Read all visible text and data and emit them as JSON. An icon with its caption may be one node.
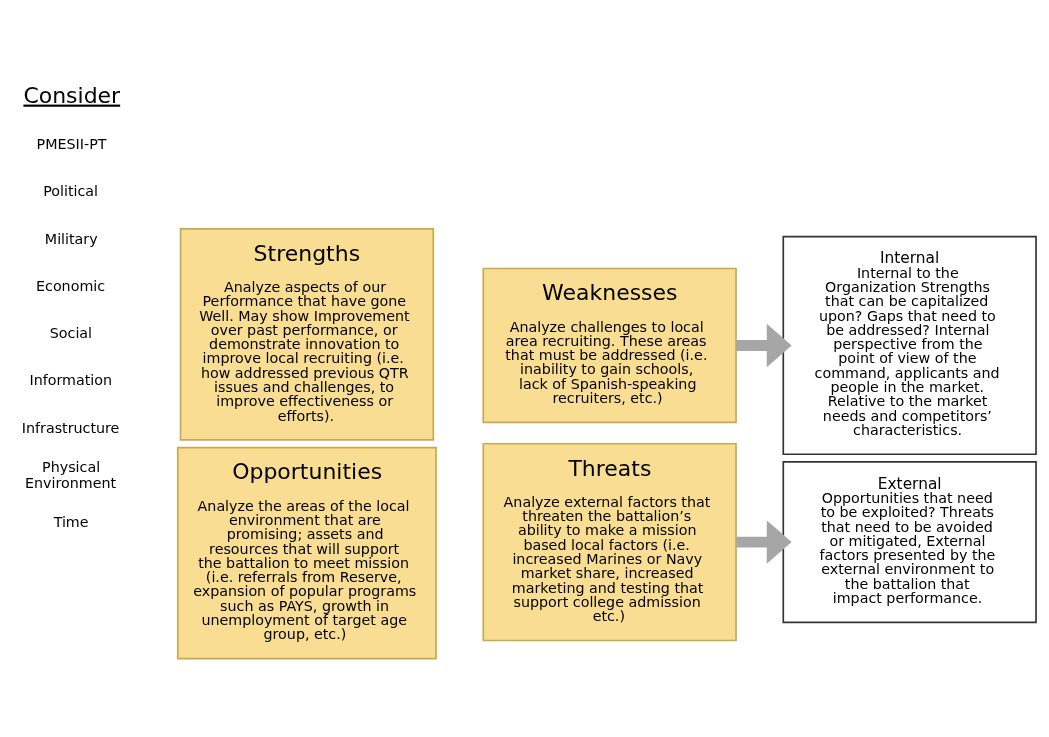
{
  "diagram": {
    "nodes": [
      {
        "text": [
          "Strengths",
          "Analyze aspects of our Performance that have gone Well. May show Improvement over past performance, or demonstrate innovation to improve local recruiting (i.e. how addressed previous QTR issues and challenges, to improve effectiveness or efforts)."
        ]
      },
      {
        "text": [
          "Weaknesses",
          "Analyze challenges to local area recruiting. These areas that must be addressed (i.e. inability to gain schools, lack of Spanish-speaking recruiters, etc.)"
        ]
      },
      {
        "text": [
          "Opportunities",
          "Analyze the areas of the local environment that are promising; assets and resources that will support the battalion to meet mission (i.e. referrals from Reserve, expansion of popular programs such as PAYS, growth in unemployment of target age group, etc.)"
        ]
      },
      {
        "text": [
          "Threats",
          "Analyze external factors that threaten the battalion’s ability to make a mission based local factors (i.e. increased Marines or Navy market share, increased marketing and testing that support college admission etc.)"
        ]
      },
      {
        "text": [
          "Internal",
          "Internal to the Organization Strengths that can be capitalized upon? Gaps that need to be addressed? Internal perspective from the point of view of the command, applicants and people in the market. Relative to the market needs and competitors’ characteristics."
        ]
      },
      {
        "text": [
          "External",
          "Opportunities that need to be exploited? Threats that need to be avoided or mitigated, External factors presented by the external environment to the battalion that impact performance."
        ]
      }
    ],
    "edges": [
      {
        "from": 1,
        "to": 4,
        "arrow": "to"
      },
      {
        "from": 3,
        "to": 5,
        "arrow": "to"
      }
    ],
    "labels": [
      "Consider",
      "PMESII-PT",
      "Political",
      "Military",
      "Economic",
      "Social",
      "Information",
      "Infrastructure",
      "Physical Environment",
      "Time"
    ]
  }
}
